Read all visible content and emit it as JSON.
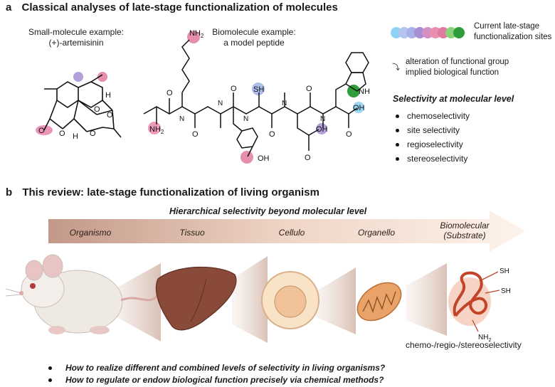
{
  "panel_a": {
    "letter": "a",
    "title": "Classical analyses of late-stage functionalization of molecules",
    "small_molecule": {
      "line1": "Small-molecule example:",
      "line2": "(+)-artemisinin"
    },
    "biomolecule": {
      "line1": "Biomolecule example:",
      "line2": "a model peptide"
    },
    "atoms": {
      "nh2_top": "NH",
      "nh2_top_sub": "2",
      "sh": "SH",
      "nh_indole": "NH",
      "oh_acid": "OH",
      "oh_asp": "OH",
      "oh_tyr": "OH",
      "nh2_ala": "NH",
      "nh2_ala_sub": "2",
      "o": "O",
      "h": "H",
      "n_h": "N",
      "n_h_h": "H"
    },
    "legend": {
      "sites_line1": "Current late-stage",
      "sites_line2": "functionalization sites",
      "alteration_line1": "alteration of functional group",
      "alteration_line2": "implied biological function",
      "selectivity_heading": "Selectivity at molecular level",
      "selectivity_items": [
        "chemoselectivity",
        "site selectivity",
        "regioselectivity",
        "stereoselectivity"
      ],
      "dot_colors": [
        "#8fd3f4",
        "#b7c3ef",
        "#a7b1e8",
        "#a58fd0",
        "#d48fc5",
        "#ea8fb0",
        "#e07aa0",
        "#8cd27a",
        "#2f9e3a"
      ]
    }
  },
  "panel_b": {
    "letter": "b",
    "title": "This review: late-stage functionalization of living organism",
    "arrow_heading": "Hierarchical selectivity beyond molecular level",
    "levels": [
      "Organismo",
      "Tissuo",
      "Cellulo",
      "Organello",
      "Biomolecular",
      "(Substrate)"
    ],
    "protein_labels": {
      "sh1": "SH",
      "sh2": "SH",
      "nh2": "NH",
      "nh2_sub": "2"
    },
    "substrate_caption": "chemo-/regio-/stereoselectivity",
    "questions": [
      "How to realize different and combined levels of selectivity in living organisms?",
      "How to regulate or endow biological function precisely via chemical methods?"
    ]
  },
  "colors": {
    "pink_site": "#e97aa6",
    "purple_site": "#a58fd0",
    "blue_site": "#9fb1e4",
    "green_site": "#2f9e3a",
    "arrow_start": "#c49a8a",
    "arrow_end": "#fdf1ea"
  }
}
